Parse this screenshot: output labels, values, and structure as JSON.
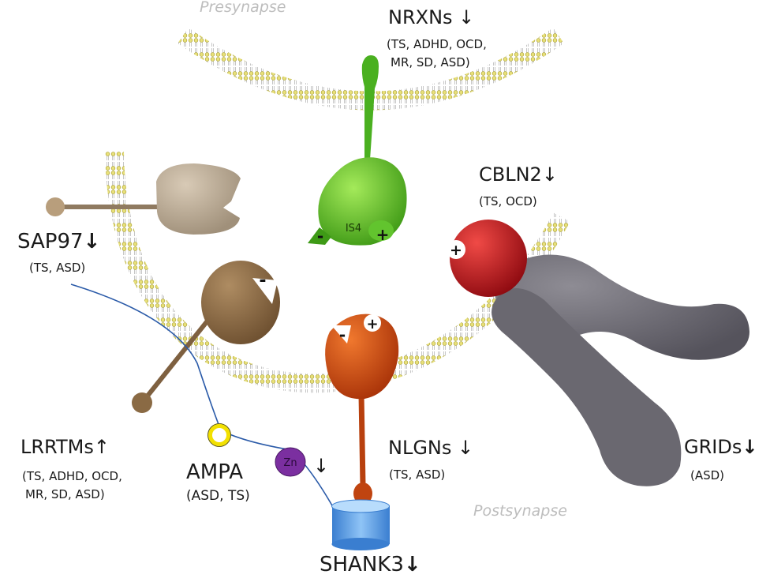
{
  "regions": {
    "presynapse": "Presynapse",
    "postsynapse": "Postsynapse"
  },
  "proteins": {
    "nrxns": {
      "name": "NRXNs",
      "arrow": "↓",
      "disorders": [
        "(TS, ADHD, OCD,",
        "MR, SD, ASD)"
      ],
      "color": "#5ab82a"
    },
    "cbln2": {
      "name": "CBLN2",
      "arrow": "↓",
      "disorders": [
        "(TS, OCD)"
      ],
      "color": "#c8141c"
    },
    "sap97": {
      "name": "SAP97",
      "arrow": "↓",
      "disorders": [
        "(TS, ASD)"
      ],
      "color": "#bfae98"
    },
    "lrrtms": {
      "name": "LRRTMs",
      "arrow": "↑",
      "disorders": [
        "(TS, ADHD, OCD,",
        "MR, SD, ASD)"
      ],
      "color": "#8a6a44"
    },
    "ampa": {
      "name": "AMPA",
      "disorders": [
        "(ASD, TS)"
      ],
      "color": "#ffe600"
    },
    "nlgns": {
      "name": "NLGNs",
      "arrow": "↓",
      "disorders": [
        "(TS, ASD)"
      ],
      "color": "#d24a14"
    },
    "grids": {
      "name": "GRIDs",
      "arrow": "↓",
      "disorders": [
        "(ASD)"
      ],
      "color": "#6c6a72"
    },
    "shank3": {
      "name": "SHANK3",
      "arrow": "↓",
      "color": "#5b9ee0"
    },
    "zn": {
      "name": "Zn",
      "arrow": "↓",
      "color": "#7b2fa0"
    }
  },
  "domains": {
    "is4": "IS4",
    "minus": "-",
    "plus": "+"
  },
  "membrane_color": "#d6cf6a"
}
